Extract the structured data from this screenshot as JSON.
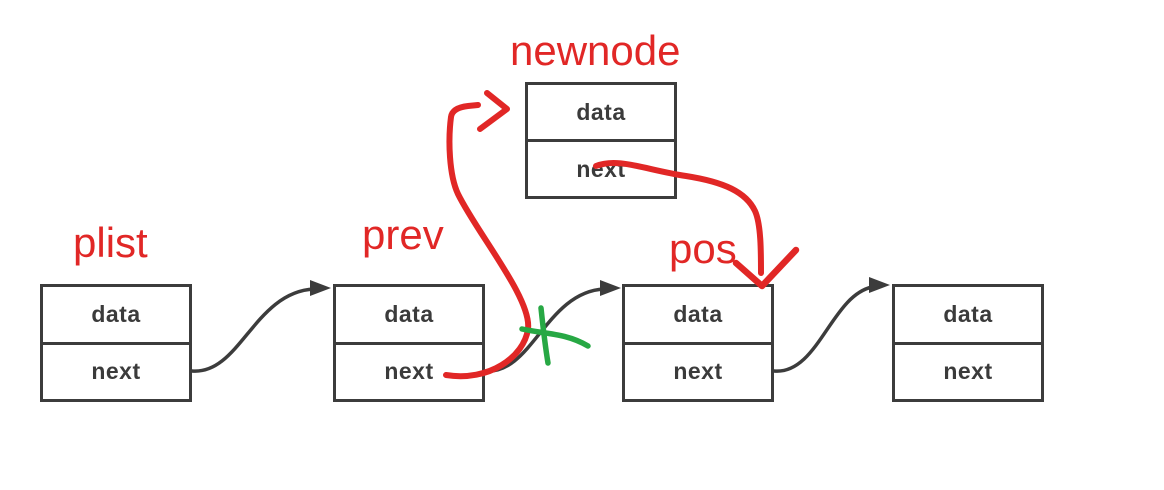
{
  "colors": {
    "red": "#e12726",
    "green": "#27a844",
    "ink": "#3c3c3c",
    "background": "#ffffff"
  },
  "labels": {
    "newnode": "newnode",
    "plist": "plist",
    "prev": "prev",
    "pos": "pos"
  },
  "nodes": {
    "newnode": {
      "cells": [
        "data",
        "next"
      ]
    },
    "plist": {
      "cells": [
        "data",
        "next"
      ]
    },
    "prev": {
      "cells": [
        "data",
        "next"
      ]
    },
    "pos": {
      "cells": [
        "data",
        "next"
      ]
    },
    "tail": {
      "cells": [
        "data",
        "next"
      ]
    }
  }
}
